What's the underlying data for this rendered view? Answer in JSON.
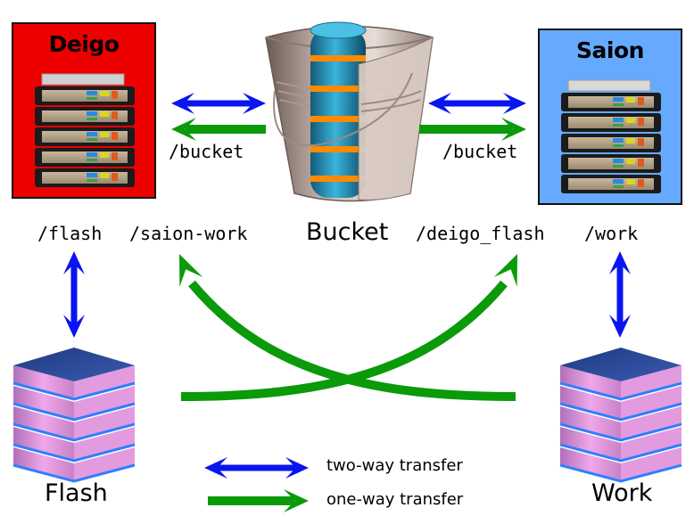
{
  "colors": {
    "two_way": "#0a14f0",
    "one_way": "#0a9a0a",
    "deigo_bg": "#ee0000",
    "saion_bg": "#66aaff",
    "storage_pink": "#e39be0",
    "storage_top": "#2a4a9a",
    "storage_stripe": "#2f7fff"
  },
  "clusters": {
    "deigo": {
      "title": "Deigo",
      "icon": "server-rack-icon"
    },
    "saion": {
      "title": "Saion",
      "icon": "server-rack-icon"
    }
  },
  "bucket": {
    "label": "Bucket",
    "icon": "bucket-database-icon"
  },
  "mounts": {
    "deigo_bucket": "/bucket",
    "saion_bucket": "/bucket",
    "deigo_flash": "/flash",
    "deigo_saion_work": "/saion-work",
    "saion_deigo_flash": "/deigo_flash",
    "saion_work": "/work"
  },
  "storage": {
    "flash": {
      "label": "Flash",
      "icon": "storage-stack-icon"
    },
    "work": {
      "label": "Work",
      "icon": "storage-stack-icon"
    }
  },
  "legend": {
    "two_way": "two-way transfer",
    "one_way": "one-way transfer"
  }
}
